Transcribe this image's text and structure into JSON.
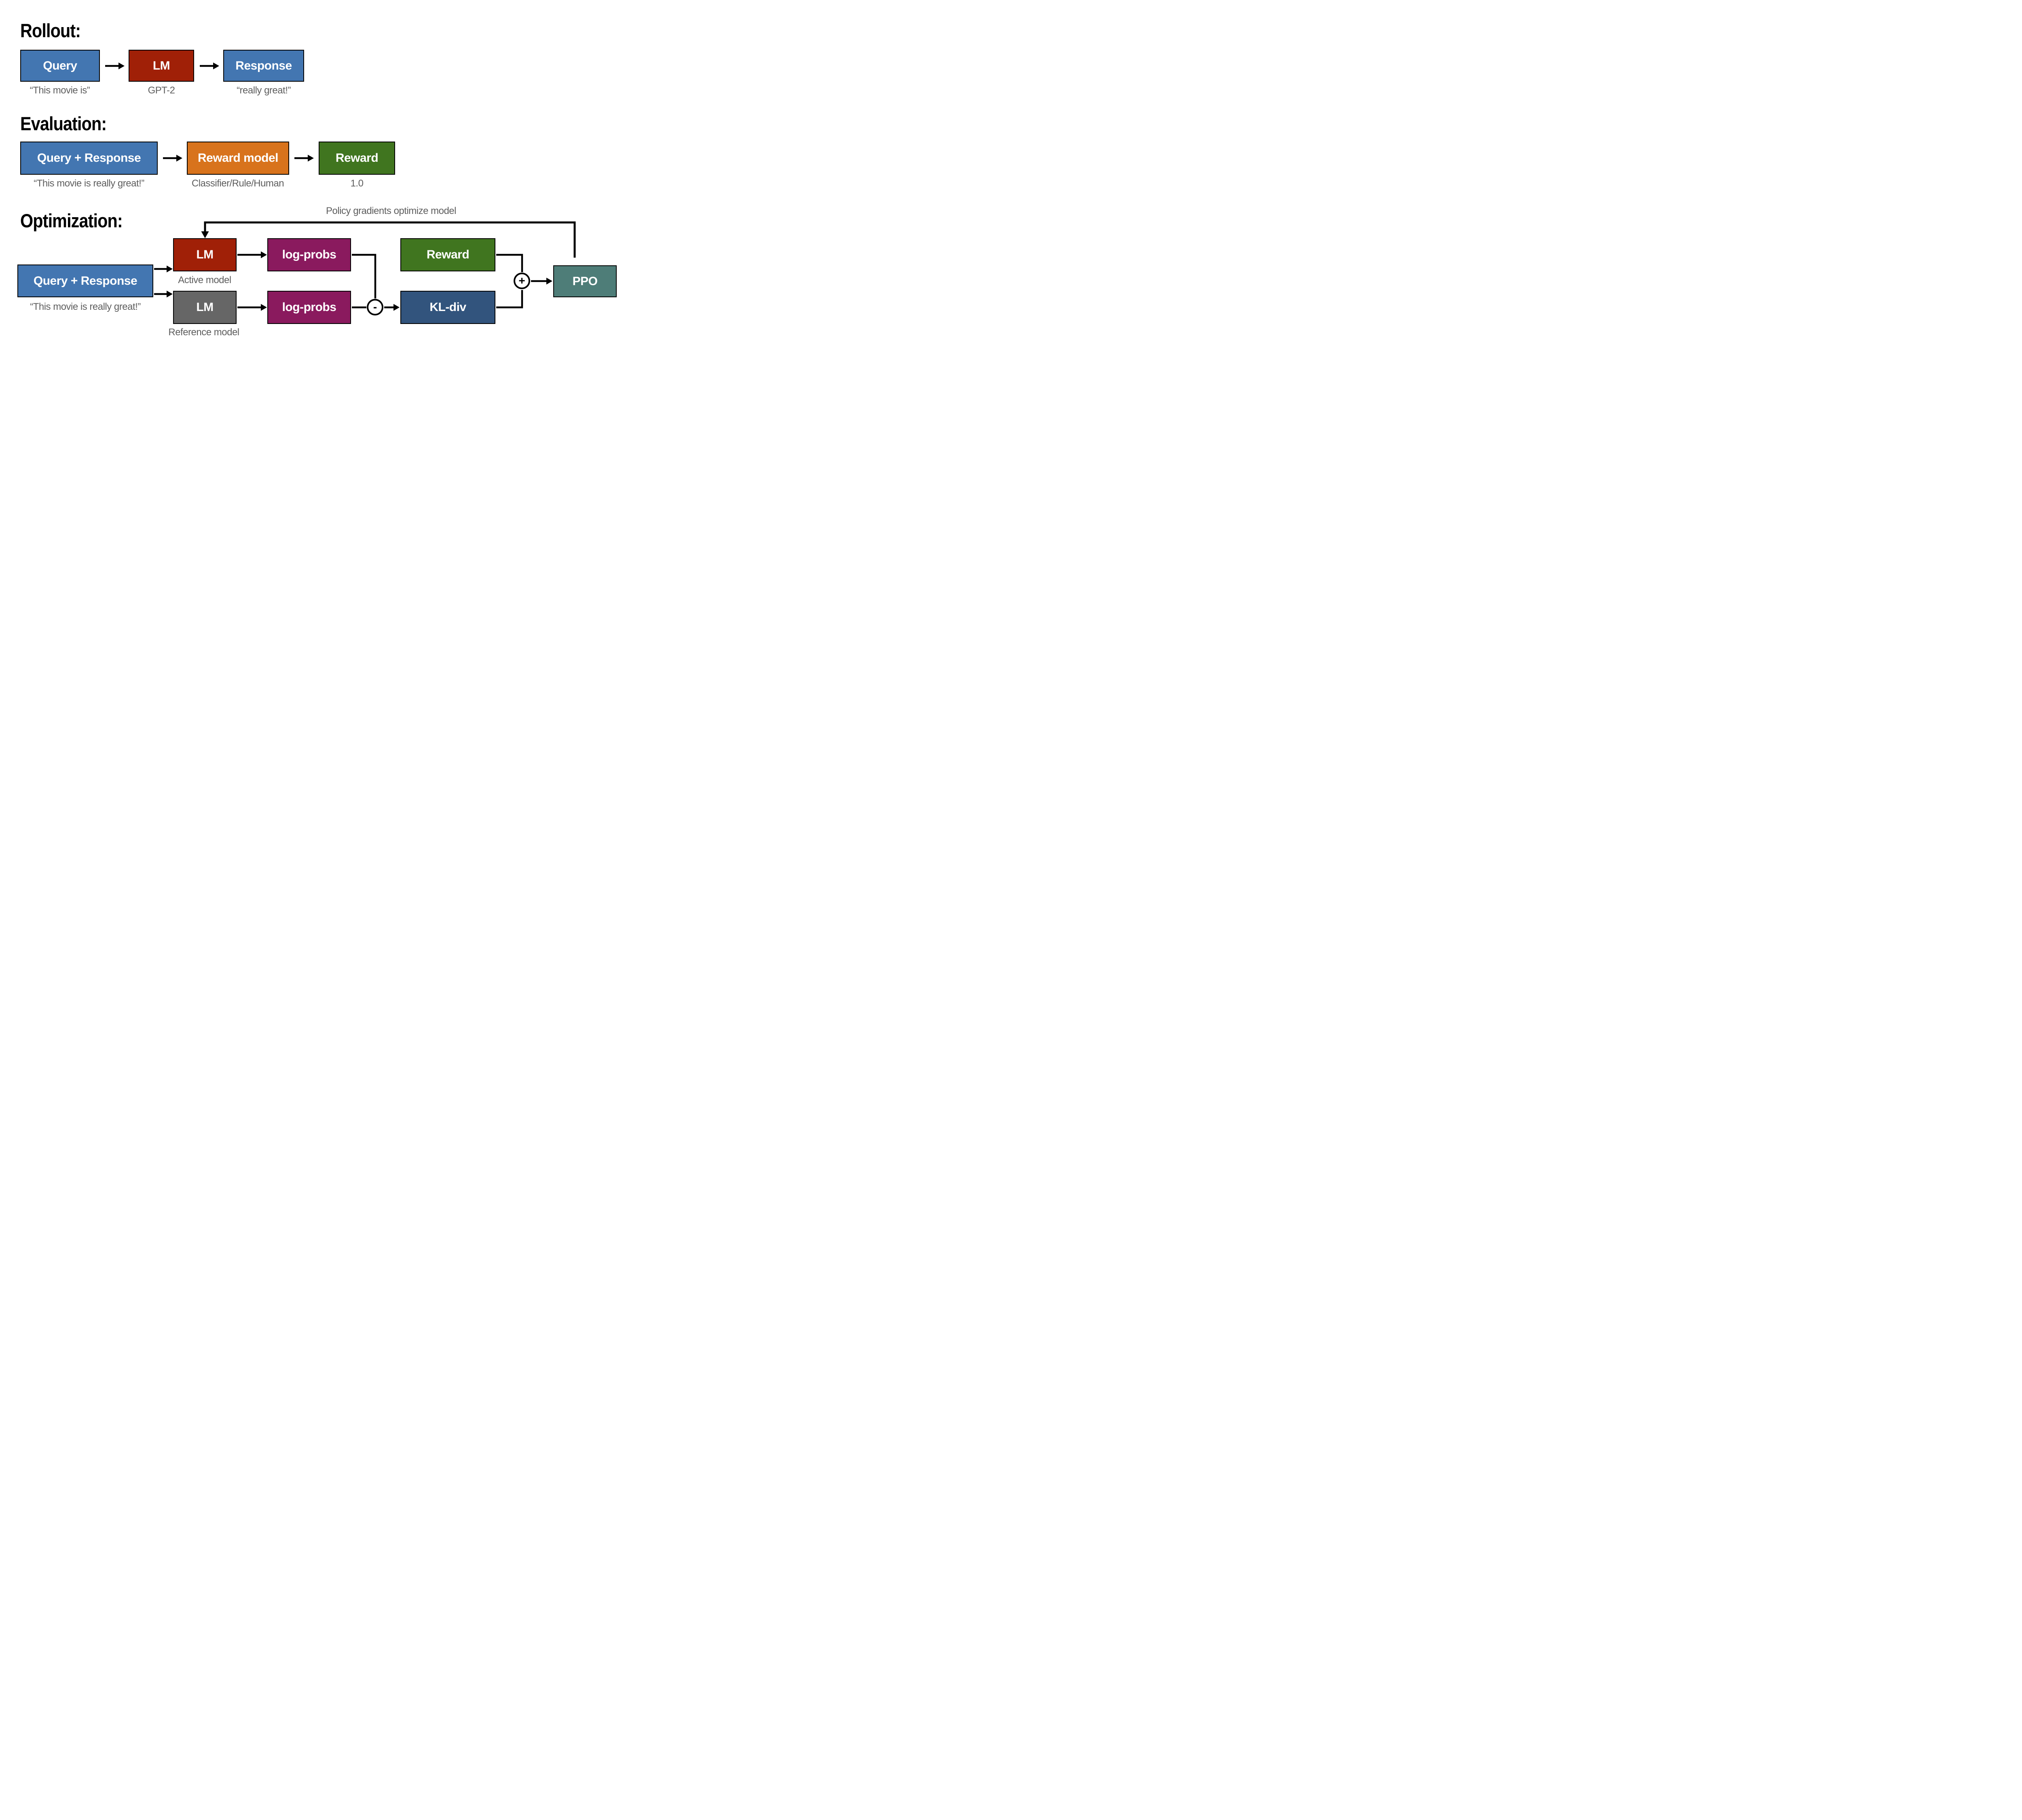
{
  "palette": {
    "blue": "#4376B1",
    "dark_red": "#A02007",
    "orange": "#D8731C",
    "green": "#40751F",
    "magenta": "#8A1A5E",
    "gray": "#666666",
    "navy": "#32547D",
    "teal": "#4E7D78",
    "caption_gray": "#5E5E5E",
    "line_black": "#000000"
  },
  "sections": {
    "rollout": {
      "title": "Rollout:",
      "query": {
        "label": "Query",
        "caption": "“This movie is”"
      },
      "lm": {
        "label": "LM",
        "caption": "GPT-2"
      },
      "response": {
        "label": "Response",
        "caption": "“really great!”"
      }
    },
    "evaluation": {
      "title": "Evaluation:",
      "query_response": {
        "label": "Query + Response",
        "caption": "“This movie is really great!”"
      },
      "reward_model": {
        "label": "Reward model",
        "caption": "Classifier/Rule/Human"
      },
      "reward": {
        "label": "Reward",
        "caption": "1.0"
      }
    },
    "optimization": {
      "title": "Optimization:",
      "feedback_label": "Policy gradients optimize model",
      "query_response": {
        "label": "Query + Response",
        "caption": "“This movie is really great!”"
      },
      "active_lm": {
        "label": "LM",
        "caption": "Active model"
      },
      "reference_lm": {
        "label": "LM",
        "caption": "Reference model"
      },
      "logprobs_active": {
        "label": "log-probs"
      },
      "logprobs_reference": {
        "label": "log-probs"
      },
      "reward": {
        "label": "Reward"
      },
      "kl_div": {
        "label": "KL-div"
      },
      "ppo": {
        "label": "PPO"
      },
      "minus_operator": "-",
      "plus_operator": "+"
    }
  }
}
